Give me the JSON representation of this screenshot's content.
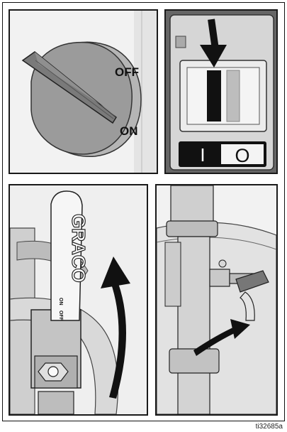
{
  "panels": {
    "rotary_switch": {
      "off_label": "OFF",
      "on_label": "ON"
    },
    "rocker_switch": {
      "symbol_on": "I",
      "symbol_off": "O"
    },
    "ball_valve": {
      "brand": "GRACO",
      "on_label": "ON",
      "off_label": "OFF"
    },
    "outlet_valve": {}
  },
  "figure_id": "ti32685a",
  "icons": [
    "down-arrow-icon",
    "curved-up-arrow-icon",
    "curved-right-arrow-icon"
  ]
}
